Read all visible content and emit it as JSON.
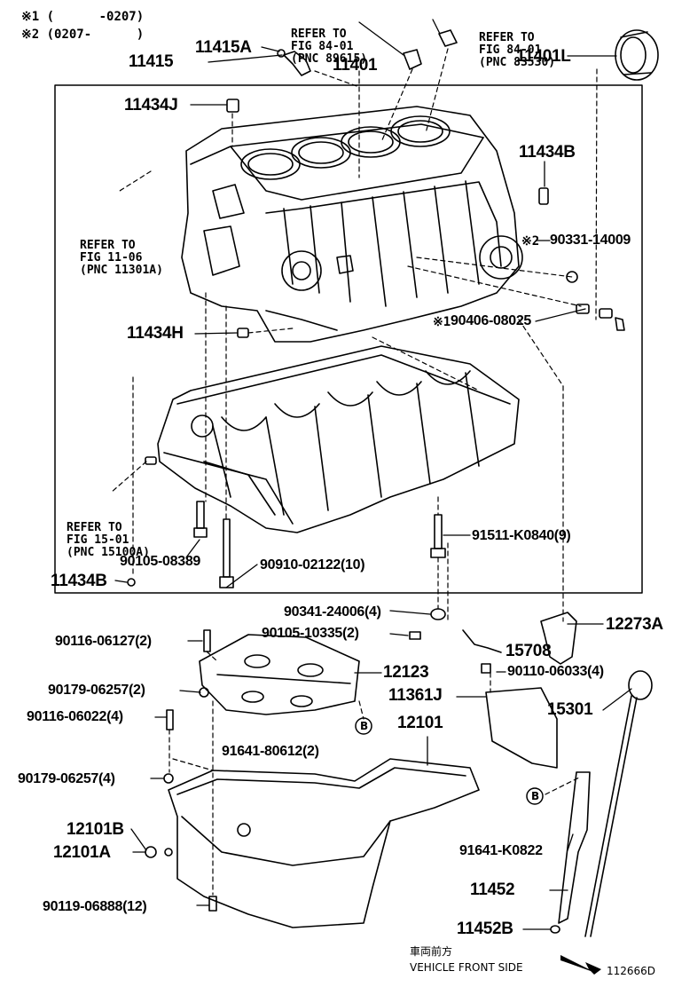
{
  "notes": {
    "note1": "※1 (      -0207)",
    "note2": "※2 (0207-      )"
  },
  "refs": {
    "fig84_a": [
      "REFER TO",
      "FIG 84-01",
      "(PNC 89615)"
    ],
    "fig84_b": [
      "REFER TO",
      "FIG 84-01",
      "(PNC 83530)"
    ],
    "fig11": [
      "REFER TO",
      "FIG 11-06",
      "(PNC 11301A)"
    ],
    "fig15": [
      "REFER TO",
      "FIG 15-01",
      "(PNC 15100A)"
    ]
  },
  "parts": {
    "p11415": "11415",
    "p11415A": "11415A",
    "p11401": "11401",
    "p11401L": "11401L",
    "p11434J": "11434J",
    "p11434B_top": "11434B",
    "p90331": "90331-14009",
    "p90406": "90406-08025",
    "mark2": "※2",
    "mark1": "※1",
    "p11434H": "11434H",
    "p91511": "91511-K0840(9)",
    "p90105_08389": "90105-08389",
    "p90910": "90910-02122(10)",
    "p11434B_bot": "11434B",
    "p90341": "90341-24006(4)",
    "p90105_10335": "90105-10335(2)",
    "p12273A": "12273A",
    "p15708": "15708",
    "p90116_06127": "90116-06127(2)",
    "p12123": "12123",
    "p90110": "90110-06033(4)",
    "p90179_a": "90179-06257(2)",
    "p11361J": "11361J",
    "p15301": "15301",
    "p90116_06022": "90116-06022(4)",
    "p91641_80612": "91641-80612(2)",
    "p12101": "12101",
    "p90179_b": "90179-06257(4)",
    "p12101B": "12101B",
    "p12101A": "12101A",
    "p91641_K0822": "91641-K0822",
    "p11452": "11452",
    "p90119": "90119-06888(12)",
    "p11452B": "11452B",
    "circleB": "B"
  },
  "footer": {
    "front_jp": "車両前方",
    "front_en": "VEHICLE FRONT SIDE",
    "illus_no": "112666D"
  }
}
